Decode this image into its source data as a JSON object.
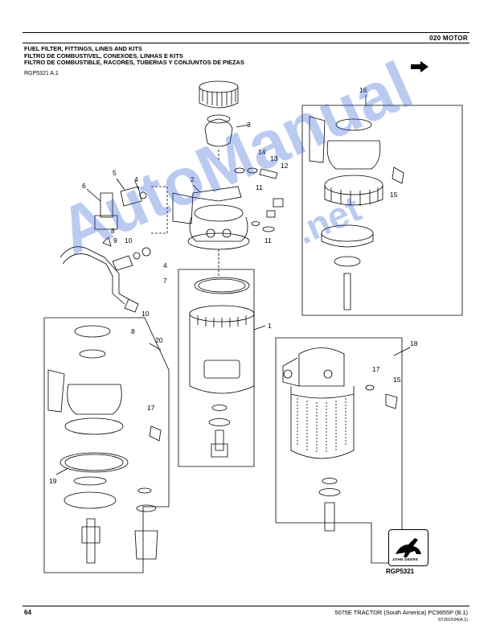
{
  "header": {
    "section": "020  MOTOR",
    "title_en": "FUEL FILTER, FITTINGS, LINES AND KITS",
    "title_pt": "FILTRO DE COMBUSTIVEL, CONEXOES, LINHAS E KITS",
    "title_es": "FILTRO DE COMBUSTIBLE, RACORES, TUBERIAS Y CONJUNTOS DE PIEZAS",
    "reference": "RGP5321 A.1"
  },
  "callouts": {
    "c1": "1",
    "c2": "2",
    "c3": "3",
    "c4": "4",
    "c4b": "4",
    "c5": "5",
    "c6": "6",
    "c7": "7",
    "c8": "8",
    "c8b": "8",
    "c9": "9",
    "c10": "10",
    "c10b": "10",
    "c11": "11",
    "c11b": "11",
    "c12": "12",
    "c13": "13",
    "c14": "14",
    "c15": "15",
    "c15b": "15",
    "c16": "16",
    "c17": "17",
    "c17b": "17",
    "c18": "18",
    "c19": "19",
    "c20": "20"
  },
  "logo": {
    "brand": "JOHN DEERE",
    "caption": "RGP5321"
  },
  "watermark": {
    "text": "AutoManual",
    "url": ".net"
  },
  "footer": {
    "page": "64",
    "document": "5075E TRACTOR (South America)    PC9955P    (B.1)",
    "code": "ST301534(A.1)"
  }
}
